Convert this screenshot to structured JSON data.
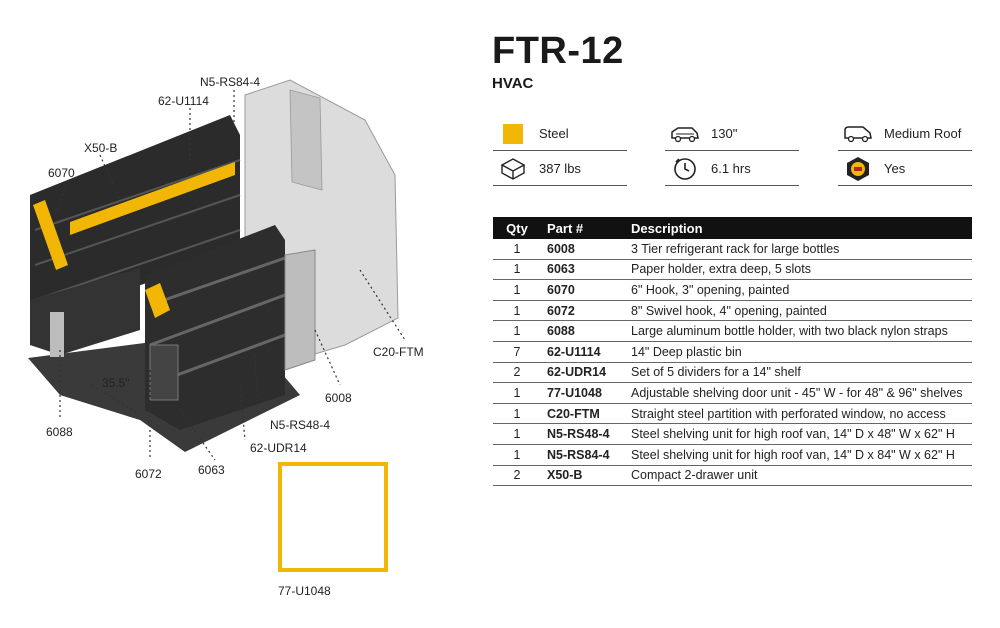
{
  "header": {
    "title": "FTR-12",
    "subtitle": "HVAC"
  },
  "specs": [
    {
      "icon": "material-swatch-icon",
      "value": "Steel",
      "color": "#f2b705"
    },
    {
      "icon": "van-length-icon",
      "value": "130\""
    },
    {
      "icon": "van-roof-icon",
      "value": "Medium Roof"
    },
    {
      "icon": "weight-icon",
      "value": "387 lbs"
    },
    {
      "icon": "install-time-icon",
      "value": "6.1 hrs"
    },
    {
      "icon": "made-in-usa-seal-icon",
      "value": "Yes"
    }
  ],
  "table": {
    "headers": {
      "qty": "Qty",
      "part": "Part #",
      "desc": "Description"
    },
    "rows": [
      {
        "qty": "1",
        "part": "6008",
        "desc": "3 Tier refrigerant rack for large bottles"
      },
      {
        "qty": "1",
        "part": "6063",
        "desc": "Paper holder, extra deep, 5 slots"
      },
      {
        "qty": "1",
        "part": "6070",
        "desc": "6\" Hook, 3\" opening, painted"
      },
      {
        "qty": "1",
        "part": "6072",
        "desc": "8\" Swivel hook, 4\" opening, painted"
      },
      {
        "qty": "1",
        "part": "6088",
        "desc": "Large aluminum bottle holder, with two black nylon straps"
      },
      {
        "qty": "7",
        "part": "62-U1114",
        "desc": "14\" Deep plastic bin"
      },
      {
        "qty": "2",
        "part": "62-UDR14",
        "desc": "Set of 5 dividers for a 14\" shelf"
      },
      {
        "qty": "1",
        "part": "77-U1048",
        "desc": "Adjustable shelving door unit - 45\" W - for 48\" & 96\" shelves"
      },
      {
        "qty": "1",
        "part": "C20-FTM",
        "desc": "Straight steel partition with perforated window, no access"
      },
      {
        "qty": "1",
        "part": "N5-RS48-4",
        "desc": "Steel shelving unit for high roof van, 14\" D x 48\" W x 62\" H"
      },
      {
        "qty": "1",
        "part": "N5-RS84-4",
        "desc": "Steel shelving unit for high roof van, 14\" D x 84\" W x 62\" H"
      },
      {
        "qty": "2",
        "part": "X50-B",
        "desc": "Compact 2-drawer unit"
      }
    ]
  },
  "callouts": {
    "n5_rs84": "N5-RS84-4",
    "u1114": "62-U1114",
    "x50b": "X50-B",
    "c6070": "6070",
    "c20": "C20-FTM",
    "c6008": "6008",
    "n5_rs48": "N5-RS48-4",
    "udr14": "62-UDR14",
    "c6088": "6088",
    "c6072": "6072",
    "c6063": "6063",
    "dim": "35.5\"",
    "u1048": "77-U1048"
  },
  "colors": {
    "accent": "#f2b705",
    "header_bg": "#111111",
    "shelf": "#2b2b2b",
    "partition": "#d9d9d9"
  }
}
